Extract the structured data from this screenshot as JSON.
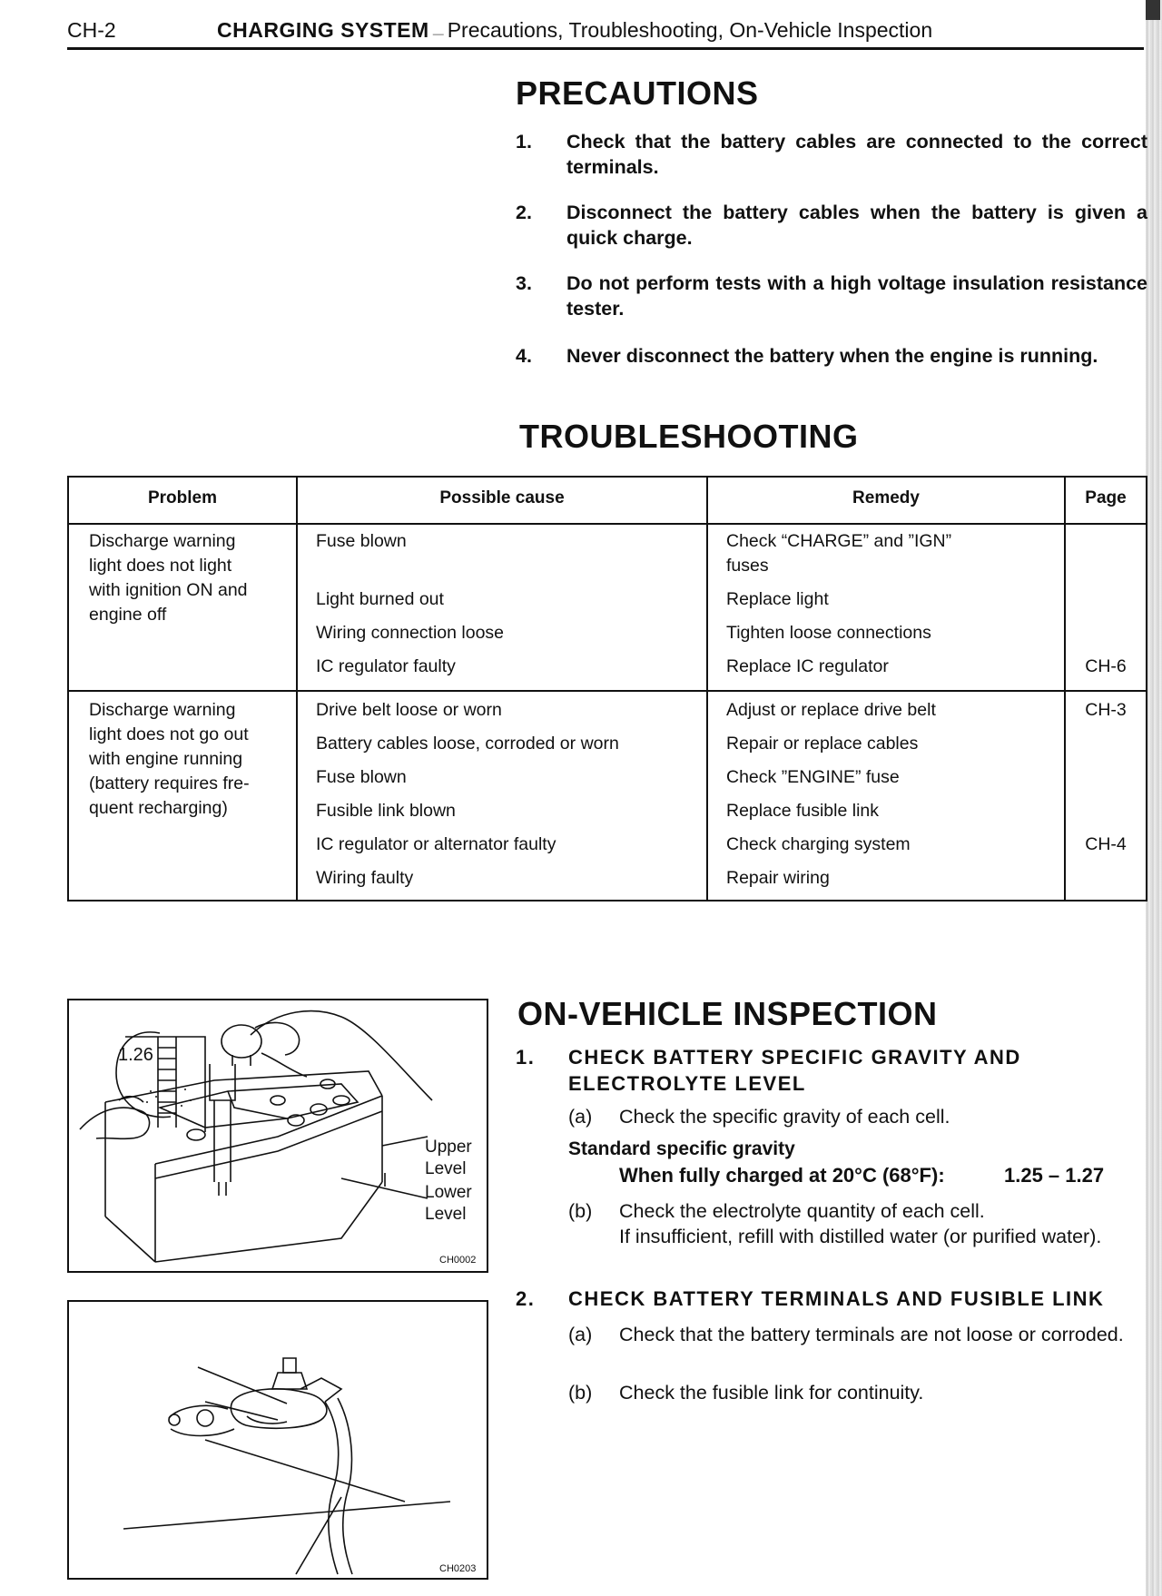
{
  "header": {
    "code": "CH-2",
    "title_bold": "CHARGING SYSTEM",
    "dash": "—",
    "title_rest": "Precautions, Troubleshooting, On-Vehicle Inspection"
  },
  "precautions": {
    "heading": "PRECAUTIONS",
    "items": [
      {
        "num": "1.",
        "text": "Check that the battery cables are connected to the correct terminals."
      },
      {
        "num": "2.",
        "text": "Disconnect the battery cables when the battery is given a quick charge."
      },
      {
        "num": "3.",
        "text": "Do not perform tests with a high voltage insulation resistance tester."
      },
      {
        "num": "4.",
        "text": "Never disconnect the battery when the engine is running."
      }
    ]
  },
  "troubleshooting": {
    "heading": "TROUBLESHOOTING",
    "headers": {
      "problem": "Problem",
      "cause": "Possible cause",
      "remedy": "Remedy",
      "page": "Page"
    },
    "groups": [
      {
        "problem": [
          "Discharge warning",
          "light does not light",
          "with ignition ON and",
          "engine off"
        ],
        "rows": [
          {
            "cause": "Fuse blown",
            "remedy": [
              "Check “CHARGE” and ”IGN”",
              "fuses"
            ],
            "page": ""
          },
          {
            "cause": "Light burned out",
            "remedy": [
              "Replace light"
            ],
            "page": ""
          },
          {
            "cause": "Wiring connection loose",
            "remedy": [
              "Tighten loose connections"
            ],
            "page": ""
          },
          {
            "cause": "IC regulator faulty",
            "remedy": [
              "Replace IC regulator"
            ],
            "page": "CH-6"
          }
        ]
      },
      {
        "problem": [
          "Discharge warning",
          "light does not go out",
          "with engine running",
          "(battery requires fre-",
          "quent recharging)"
        ],
        "rows": [
          {
            "cause": "Drive belt loose or worn",
            "remedy": [
              "Adjust or replace drive belt"
            ],
            "page": "CH-3"
          },
          {
            "cause": "Battery cables loose, corroded or worn",
            "remedy": [
              "Repair or replace cables"
            ],
            "page": ""
          },
          {
            "cause": "Fuse blown",
            "remedy": [
              "Check ”ENGINE” fuse"
            ],
            "page": ""
          },
          {
            "cause": "Fusible link blown",
            "remedy": [
              "Replace fusible link"
            ],
            "page": ""
          },
          {
            "cause": "IC regulator or alternator faulty",
            "remedy": [
              "Check charging system"
            ],
            "page": "CH-4"
          },
          {
            "cause": "Wiring faulty",
            "remedy": [
              "Repair wiring"
            ],
            "page": ""
          }
        ]
      }
    ]
  },
  "figures": {
    "fig1": {
      "reading": "1.26",
      "upper": [
        "Upper",
        "Level"
      ],
      "lower": [
        "Lower",
        "Level"
      ],
      "code": "CH0002"
    },
    "fig2": {
      "code": "CH0203"
    }
  },
  "inspection": {
    "heading": "ON-VEHICLE INSPECTION",
    "step1": {
      "num": "1.",
      "title": "CHECK BATTERY SPECIFIC GRAVITY AND ELECTROLYTE LEVEL",
      "a_label": "(a)",
      "a_text": "Check the specific gravity of each cell.",
      "spec_title": "Standard specific gravity",
      "spec_condition": "When fully charged at 20°C (68°F):",
      "spec_value": "1.25 – 1.27",
      "b_label": "(b)",
      "b_text": "Check the electrolyte quantity of each cell.",
      "b_text2": "If insufficient, refill with distilled water (or purified water)."
    },
    "step2": {
      "num": "2.",
      "title": "CHECK BATTERY TERMINALS AND FUSIBLE LINK",
      "a_label": "(a)",
      "a_text": "Check that the battery terminals are not loose or corroded.",
      "b_label": "(b)",
      "b_text": "Check the fusible link for continuity."
    }
  }
}
